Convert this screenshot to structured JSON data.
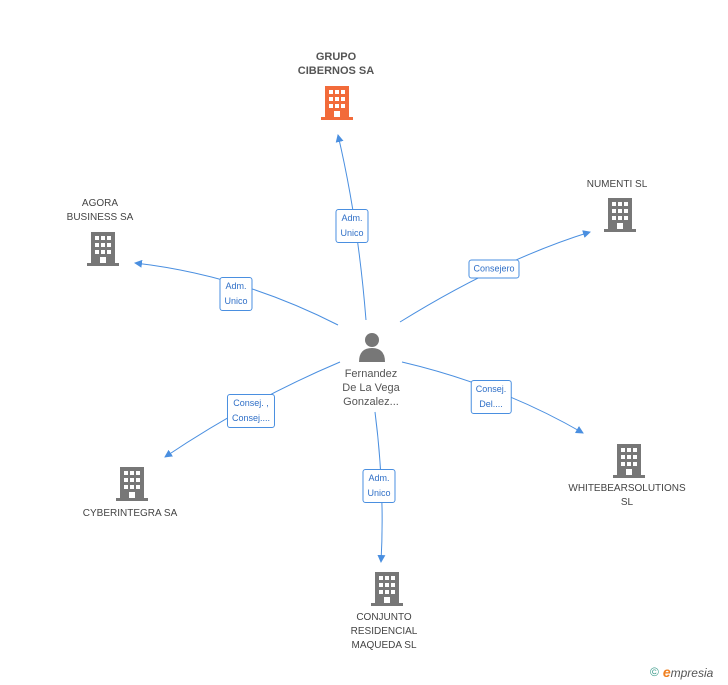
{
  "person": {
    "name": "Fernandez\nDe La Vega\nGonzalez..."
  },
  "companies": {
    "grupo": {
      "name": "GRUPO\nCIBERNOS SA",
      "color": "#f26b3a"
    },
    "agora": {
      "name": "AGORA\nBUSINESS SA",
      "color": "#777777"
    },
    "numenti": {
      "name": "NUMENTI SL",
      "color": "#777777"
    },
    "cyberintegra": {
      "name": "CYBERINTEGRA SA",
      "color": "#777777"
    },
    "whitebear": {
      "name": "WHITEBEARSOLUTIONS SL",
      "color": "#777777"
    },
    "conjunto": {
      "name": "CONJUNTO\nRESIDENCIAL\nMAQUEDA  SL",
      "color": "#777777"
    }
  },
  "edges": {
    "grupo": "Adm.\nUnico",
    "agora": "Adm.\nUnico",
    "numenti": "Consejero",
    "cyberintegra": "Consej. ,\nConsej....",
    "whitebear": "Consej.\nDel....",
    "conjunto": "Adm.\nUnico"
  },
  "edge_color": "#4a8fe0",
  "footer": {
    "copyright_symbol": "©",
    "brand_initial": "e",
    "brand_rest": "mpresia"
  }
}
